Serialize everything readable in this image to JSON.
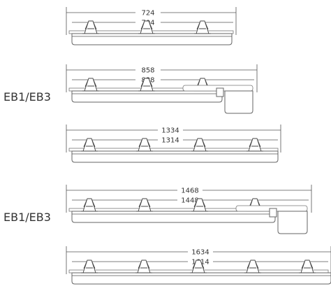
{
  "units": [
    {
      "outer": "724",
      "inner": "704",
      "label": "",
      "clips": 3,
      "battery": false
    },
    {
      "outer": "858",
      "inner": "838",
      "label": "EB1/EB3",
      "clips": 3,
      "battery": true
    },
    {
      "outer": "1334",
      "inner": "1314",
      "label": "",
      "clips": 4,
      "battery": false
    },
    {
      "outer": "1468",
      "inner": "1448",
      "label": "EB1/EB3",
      "clips": 4,
      "battery": true
    },
    {
      "outer": "1634",
      "inner": "1614",
      "label": "",
      "clips": 5,
      "battery": false
    }
  ]
}
